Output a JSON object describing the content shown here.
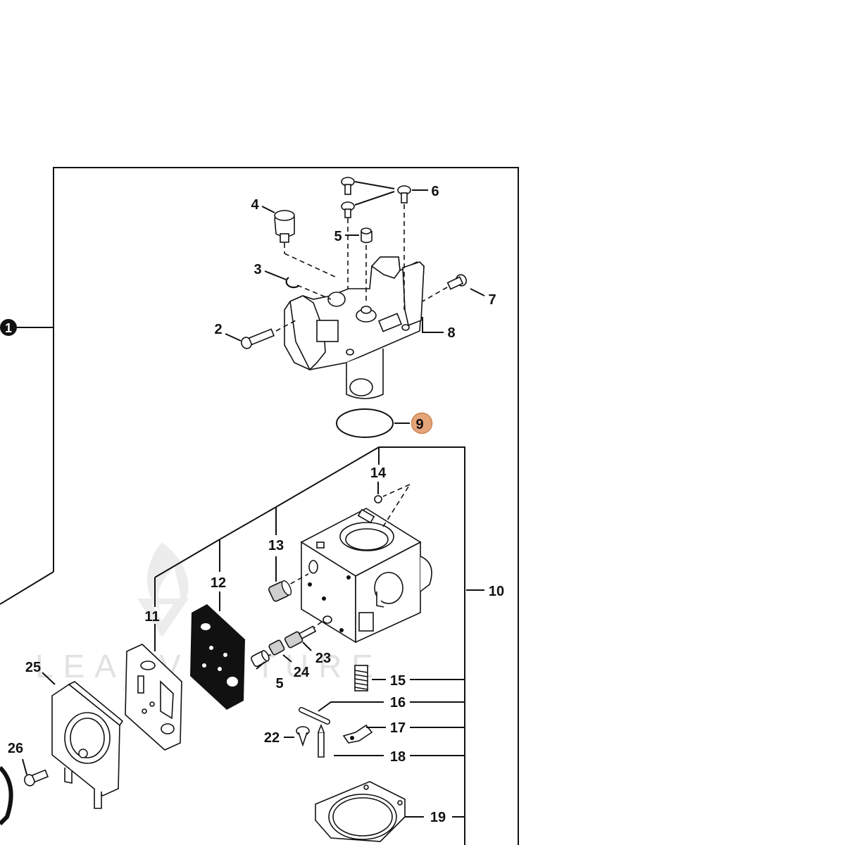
{
  "watermark": "LEADVENTURE",
  "assembly_marker": "1",
  "highlight_color": "#e5a57a",
  "callouts": [
    {
      "id": "p2",
      "text": "2"
    },
    {
      "id": "p3",
      "text": "3"
    },
    {
      "id": "p4",
      "text": "4"
    },
    {
      "id": "p5a",
      "text": "5"
    },
    {
      "id": "p6",
      "text": "6"
    },
    {
      "id": "p7",
      "text": "7"
    },
    {
      "id": "p8",
      "text": "8"
    },
    {
      "id": "p9",
      "text": "9"
    },
    {
      "id": "p10",
      "text": "10"
    },
    {
      "id": "p11",
      "text": "11"
    },
    {
      "id": "p12",
      "text": "12"
    },
    {
      "id": "p13",
      "text": "13"
    },
    {
      "id": "p14",
      "text": "14"
    },
    {
      "id": "p15",
      "text": "15"
    },
    {
      "id": "p16",
      "text": "16"
    },
    {
      "id": "p17",
      "text": "17"
    },
    {
      "id": "p18",
      "text": "18"
    },
    {
      "id": "p19",
      "text": "19"
    },
    {
      "id": "p22",
      "text": "22"
    },
    {
      "id": "p23",
      "text": "23"
    },
    {
      "id": "p24",
      "text": "24"
    },
    {
      "id": "p5b",
      "text": "5"
    },
    {
      "id": "p25",
      "text": "25"
    },
    {
      "id": "p26",
      "text": "26"
    }
  ]
}
